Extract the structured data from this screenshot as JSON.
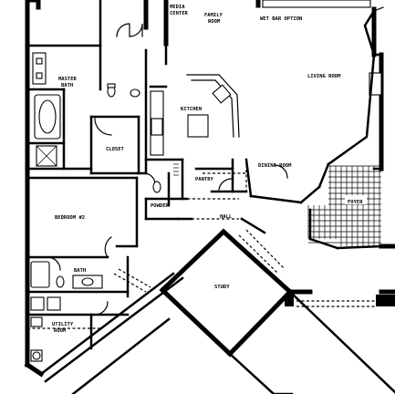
{
  "rooms": {
    "media_center_line1": "MEDIA",
    "media_center_line2": "CENTER",
    "family_room_line1": "FAMILY",
    "family_room_line2": "ROOM",
    "wet_bar": "WET BAR OPTION",
    "living_room": "LIVING ROOM",
    "master_bath_line1": "MASTER",
    "master_bath_line2": "BATH",
    "kitchen": "KITCHEN",
    "closet": "CLOSET",
    "dining_room": "DINING ROOM",
    "pantry": "PANTRY",
    "foyer": "FOYER",
    "bedroom2": "BEDROOM #2",
    "powder": "POWDER",
    "hall": "HALL",
    "bath": "BATH",
    "study": "STUDY",
    "utility_line1": "UTILITY",
    "utility_line2": "ROOM"
  }
}
